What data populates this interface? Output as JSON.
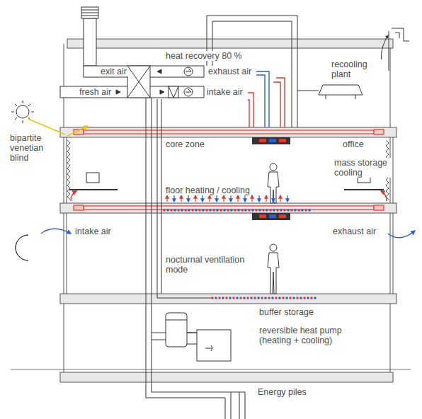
{
  "diagram": {
    "labels": [
      "heat recovery 80 %",
      "exit air",
      "exhaust air",
      "fresh air",
      "intake air",
      "recooling plant",
      "bipartite venetian blind",
      "core zone",
      "office",
      "mass storage cooling",
      "floor heating / cooling",
      "intake air",
      "exhaust air",
      "nocturnal ventilation mode",
      "buffer storage",
      "reversible heat pump (heating + cooling)",
      "Energy piles"
    ]
  }
}
